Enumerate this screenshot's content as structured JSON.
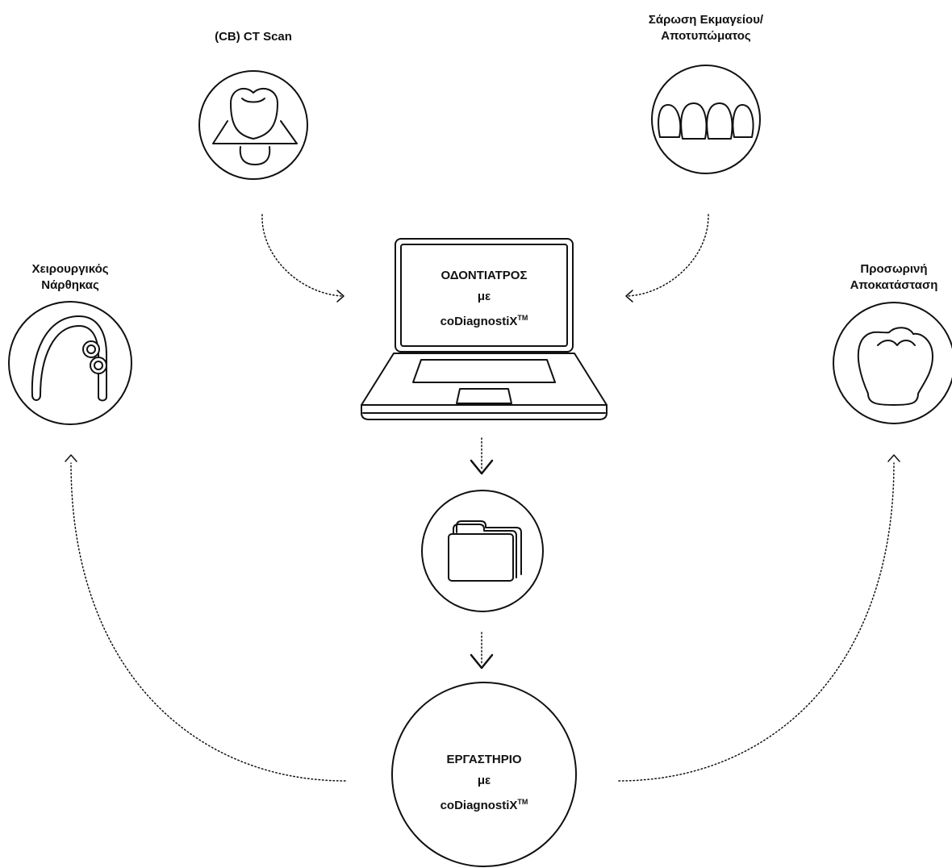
{
  "nodes": {
    "ct_scan": {
      "label": "(CB) CT Scan"
    },
    "impression_scan": {
      "label_line1": "Σάρωση Εκμαγείου/",
      "label_line2": "Αποτυπώματος"
    },
    "surgical_guide": {
      "label_line1": "Χειρουργικός",
      "label_line2": "Νάρθηκας"
    },
    "temporary_restoration": {
      "label_line1": "Προσωρινή",
      "label_line2": "Αποκατάσταση"
    },
    "dentist": {
      "line1": "ΟΔΟΝΤΙΑΤΡΟΣ",
      "line2": "με",
      "line3": "coDiagnostiX",
      "tm": "TM"
    },
    "laboratory": {
      "line1": "ΕΡΓΑΣΤΗΡΙΟ",
      "line2": "με",
      "line3": "coDiagnostiX",
      "tm": "TM"
    }
  },
  "colors": {
    "stroke": "#111111",
    "background": "#ffffff"
  }
}
